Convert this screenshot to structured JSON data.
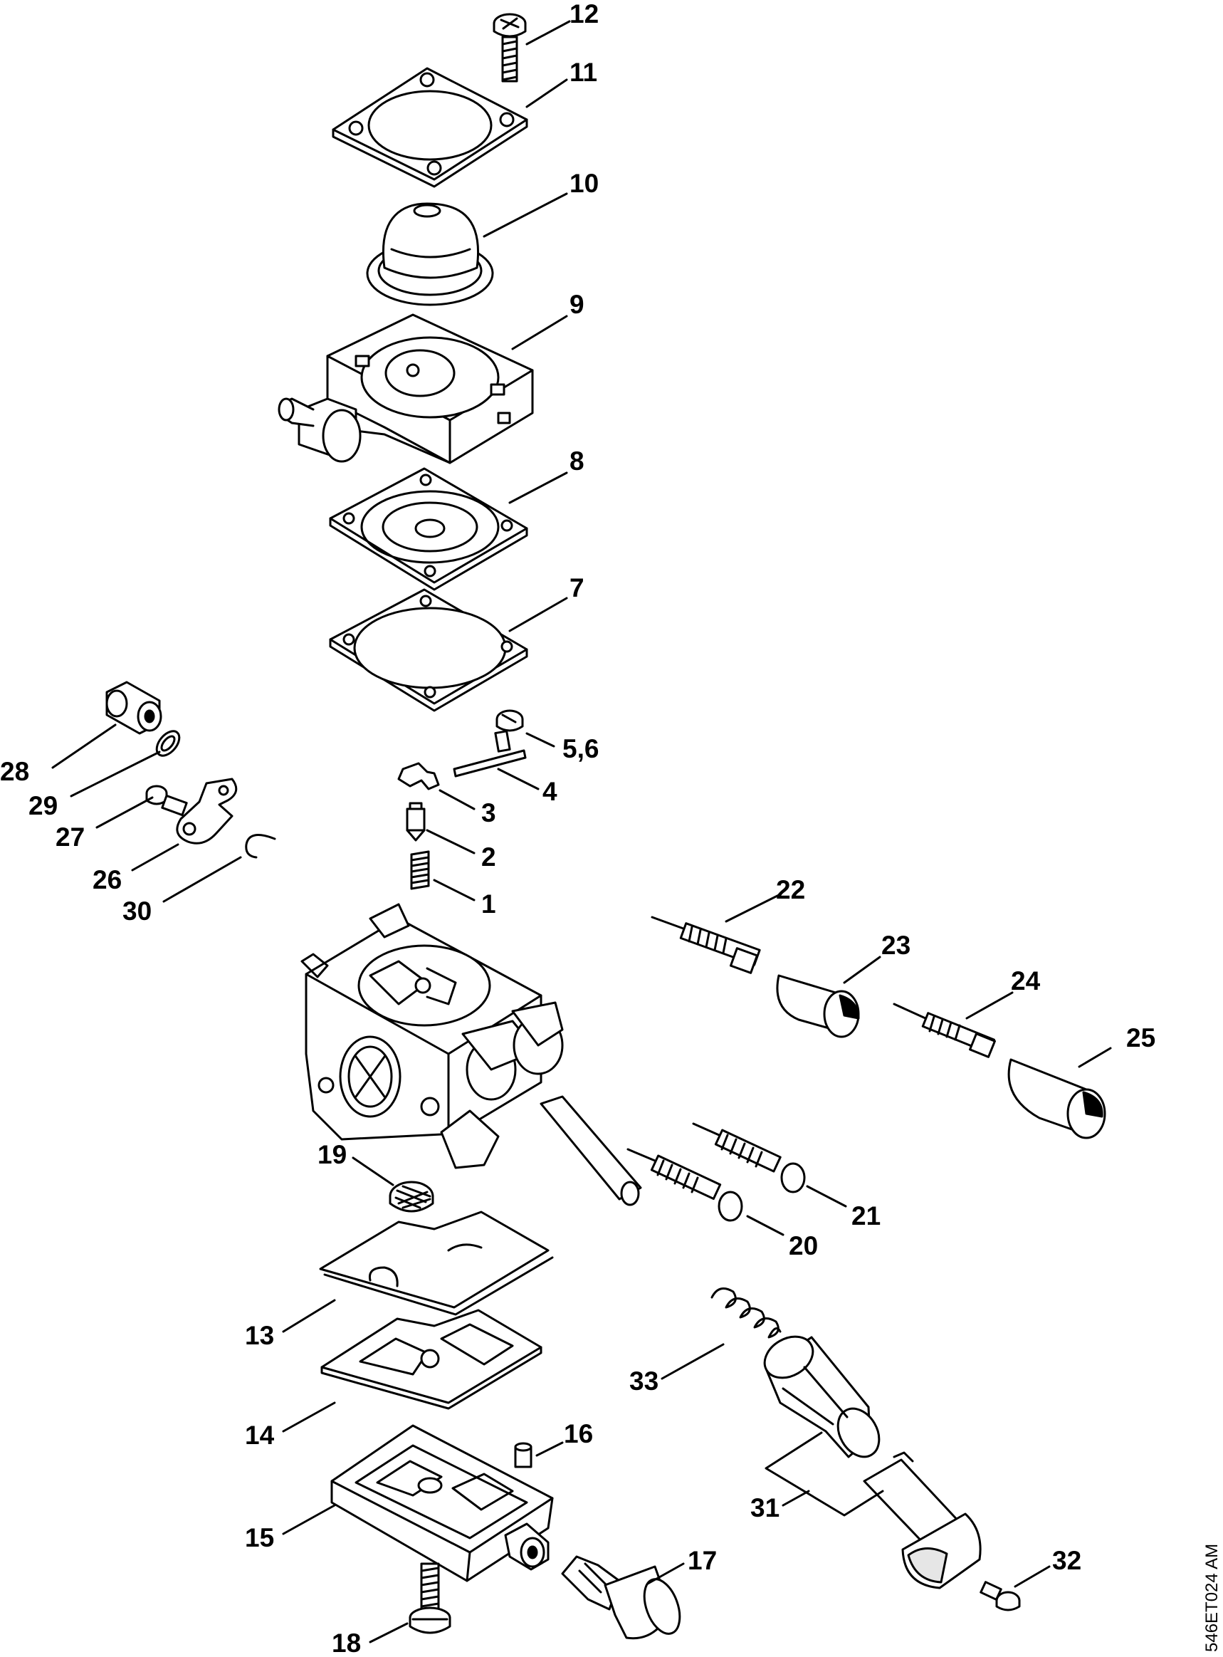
{
  "drawing_ref": "546ET024 AM",
  "parts": [
    {
      "id": "p12",
      "name": "screw-12",
      "label": "12"
    },
    {
      "id": "p11",
      "name": "gasket-11",
      "label": "11"
    },
    {
      "id": "p10",
      "name": "primer-bulb-10",
      "label": "10"
    },
    {
      "id": "p9",
      "name": "pump-housing-9",
      "label": "9"
    },
    {
      "id": "p8",
      "name": "diaphragm-8",
      "label": "8"
    },
    {
      "id": "p7",
      "name": "gasket-7",
      "label": "7"
    },
    {
      "id": "p56",
      "name": "screw-5-6",
      "label": "5,6"
    },
    {
      "id": "p4",
      "name": "pin-4",
      "label": "4"
    },
    {
      "id": "p3",
      "name": "lever-3",
      "label": "3"
    },
    {
      "id": "p2",
      "name": "inlet-needle-2",
      "label": "2"
    },
    {
      "id": "p1",
      "name": "spring-1",
      "label": "1"
    },
    {
      "id": "p28",
      "name": "fitting-28",
      "label": "28"
    },
    {
      "id": "p29",
      "name": "washer-29",
      "label": "29"
    },
    {
      "id": "p27",
      "name": "screw-27",
      "label": "27"
    },
    {
      "id": "p26",
      "name": "lever-26",
      "label": "26"
    },
    {
      "id": "p30",
      "name": "clip-30",
      "label": "30"
    },
    {
      "id": "p22",
      "name": "adjusting-screw-22",
      "label": "22"
    },
    {
      "id": "p23",
      "name": "limiter-cap-23",
      "label": "23"
    },
    {
      "id": "p24",
      "name": "adjusting-screw-24",
      "label": "24"
    },
    {
      "id": "p25",
      "name": "limiter-cap-25",
      "label": "25"
    },
    {
      "id": "p21",
      "name": "adjusting-screw-21",
      "label": "21"
    },
    {
      "id": "p20",
      "name": "adjusting-screw-20",
      "label": "20"
    },
    {
      "id": "p19",
      "name": "strainer-19",
      "label": "19"
    },
    {
      "id": "p13",
      "name": "metering-diaphragm-13",
      "label": "13"
    },
    {
      "id": "p14",
      "name": "gasket-14",
      "label": "14"
    },
    {
      "id": "p15",
      "name": "end-cover-15",
      "label": "15"
    },
    {
      "id": "p16",
      "name": "plug-16",
      "label": "16"
    },
    {
      "id": "p17",
      "name": "cap-17",
      "label": "17"
    },
    {
      "id": "p18",
      "name": "screw-18",
      "label": "18"
    },
    {
      "id": "p33",
      "name": "spring-33",
      "label": "33"
    },
    {
      "id": "p31",
      "name": "choke-assembly-31",
      "label": "31"
    },
    {
      "id": "p32",
      "name": "screw-32",
      "label": "32"
    }
  ]
}
